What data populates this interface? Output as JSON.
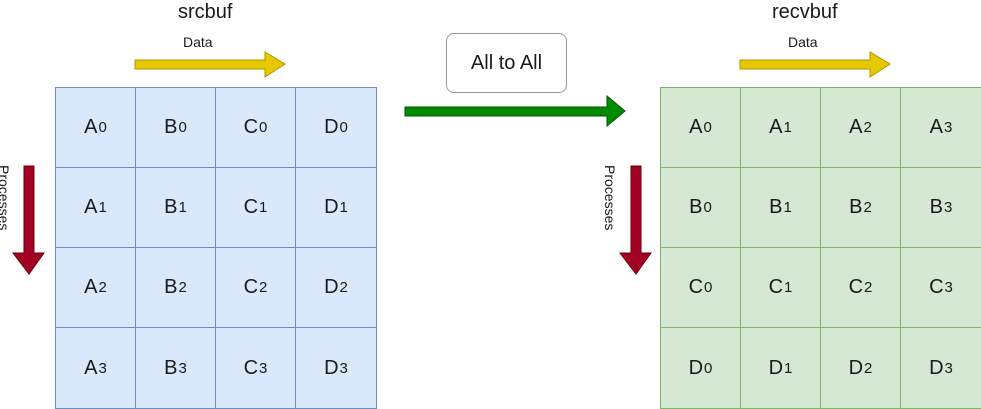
{
  "left": {
    "title": "srcbuf",
    "data_label": "Data",
    "processes_label": "Processes",
    "cells": [
      [
        {
          "l": "A",
          "s": "0"
        },
        {
          "l": "B",
          "s": "0"
        },
        {
          "l": "C",
          "s": "0"
        },
        {
          "l": "D",
          "s": "0"
        }
      ],
      [
        {
          "l": "A",
          "s": "1"
        },
        {
          "l": "B",
          "s": "1"
        },
        {
          "l": "C",
          "s": "1"
        },
        {
          "l": "D",
          "s": "1"
        }
      ],
      [
        {
          "l": "A",
          "s": "2"
        },
        {
          "l": "B",
          "s": "2"
        },
        {
          "l": "C",
          "s": "2"
        },
        {
          "l": "D",
          "s": "2"
        }
      ],
      [
        {
          "l": "A",
          "s": "3"
        },
        {
          "l": "B",
          "s": "3"
        },
        {
          "l": "C",
          "s": "3"
        },
        {
          "l": "D",
          "s": "3"
        }
      ]
    ]
  },
  "operation": {
    "label": "All to All"
  },
  "right": {
    "title": "recvbuf",
    "data_label": "Data",
    "processes_label": "Processes",
    "cells": [
      [
        {
          "l": "A",
          "s": "0"
        },
        {
          "l": "A",
          "s": "1"
        },
        {
          "l": "A",
          "s": "2"
        },
        {
          "l": "A",
          "s": "3"
        }
      ],
      [
        {
          "l": "B",
          "s": "0"
        },
        {
          "l": "B",
          "s": "1"
        },
        {
          "l": "B",
          "s": "2"
        },
        {
          "l": "B",
          "s": "3"
        }
      ],
      [
        {
          "l": "C",
          "s": "0"
        },
        {
          "l": "C",
          "s": "1"
        },
        {
          "l": "C",
          "s": "2"
        },
        {
          "l": "C",
          "s": "3"
        }
      ],
      [
        {
          "l": "D",
          "s": "0"
        },
        {
          "l": "D",
          "s": "1"
        },
        {
          "l": "D",
          "s": "2"
        },
        {
          "l": "D",
          "s": "3"
        }
      ]
    ]
  },
  "colors": {
    "data_arrow": "#e6c800",
    "process_arrow": "#a20025",
    "op_arrow": "#008a00",
    "left_fill": "#dae8fc",
    "right_fill": "#d5e8d4"
  }
}
